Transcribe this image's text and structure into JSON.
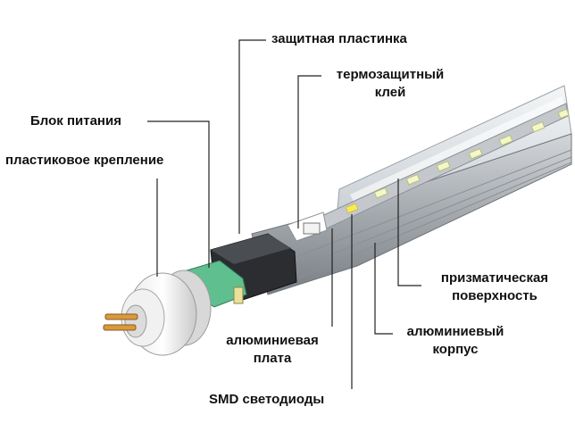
{
  "labels": {
    "protective_plate": "защитная пластинка",
    "thermal_glue_line1": "термозащитный",
    "thermal_glue_line2": "клей",
    "power_unit": "Блок питания",
    "plastic_mount": "пластиковое крепление",
    "prismatic_surface_line1": "призматическая",
    "prismatic_surface_line2": "поверхность",
    "aluminum_board_line1": "алюминиевая",
    "aluminum_board_line2": "плата",
    "aluminum_body_line1": "алюминиевый",
    "aluminum_body_line2": "корпус",
    "smd_leds": "SMD светодиоды"
  },
  "colors": {
    "text": "#111111",
    "leader_line": "#222222",
    "circuit_board": "#5fbf8e",
    "led": "#f4f7c8",
    "aluminum": "#a9adb2",
    "tube_glass": "#dfe3e6"
  }
}
